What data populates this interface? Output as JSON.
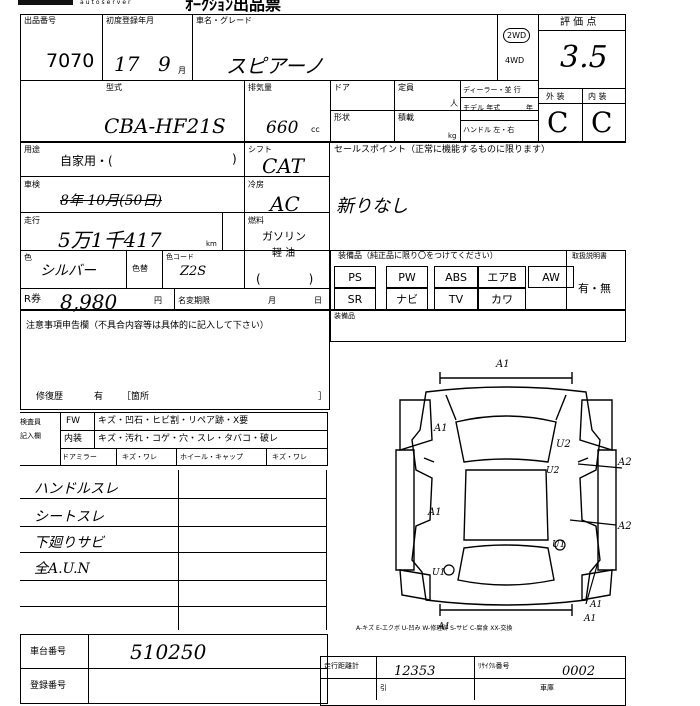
{
  "header": {
    "title": "ｵｰｸｼｮﾝ出品票",
    "brand": "autoserver"
  },
  "top": {
    "lot_label": "出品番号",
    "lot_value": "7070",
    "reg_label": "初度登録年月",
    "reg_year": "17",
    "reg_month": "9",
    "reg_month_unit": "月",
    "name_label": "車名・グレード",
    "name_value": "スピアーノ",
    "drive_2wd": "2WD",
    "drive_4wd": "4WD",
    "score_label": "評 価 点",
    "score_value": "3.5",
    "ext_label": "外 装",
    "int_label": "内 装",
    "ext_value": "C",
    "int_value": "C"
  },
  "spec": {
    "model_label": "型式",
    "model_value": "CBA-HF21S",
    "disp_label": "排気量",
    "disp_value": "660",
    "disp_unit": "cc",
    "door_label": "ドア",
    "capacity_label": "定員",
    "capacity_unit": "人",
    "dealer_label": "ディーラー・並 行",
    "model_year_label": "モデル 年式",
    "model_year_unit": "年",
    "shape_label": "形状",
    "weight_label": "積載",
    "weight_unit": "kg",
    "handle_label": "ハンドル 左・右"
  },
  "usage": {
    "label": "用途",
    "value": "自家用・(",
    "close": ")",
    "shift_label": "シフト",
    "shift_value": "CAT",
    "sales_label": "セールスポイント（正常に機能するものに限ります）",
    "sales_value": "新りなし"
  },
  "inspection": {
    "label": "車検",
    "value": "8年 10月(50日)",
    "ac_label": "冷房",
    "ac_value": "AC"
  },
  "mileage": {
    "label": "走行",
    "value": "5万1千417",
    "unit": "km",
    "fuel_label": "燃料",
    "fuel_value": "ガソリン",
    "fuel_other": "軽 油"
  },
  "color": {
    "label": "色",
    "value": "シルバー",
    "repaint_label": "色替",
    "code_label": "色コード",
    "code_value": "Z2S"
  },
  "recycle": {
    "label": "R券",
    "value": "8,980",
    "unit": "円",
    "name_change_label": "名変期限",
    "month": "月",
    "day": "日"
  },
  "notes": {
    "label": "注意事項申告欄（不具合内容等は具体的に記入して下さい）",
    "repair_label": "修復歴",
    "repair_value": "有",
    "repair_place": "［箇所",
    "repair_close": "］"
  },
  "equipment": {
    "label": "装備品（純正品に限り〇をつけてください）",
    "items": [
      "PS",
      "PW",
      "ABS",
      "エアB",
      "AW",
      "SR",
      "ナビ",
      "TV",
      "カワ"
    ],
    "extra_label": "装備品",
    "owner_label": "取扱説明書",
    "owner_value": "有・無",
    "other_label": "装備品"
  },
  "legend": {
    "left_top": "検査員",
    "left_bottom": "記入欄",
    "row1": [
      "FW",
      "キズ・凹石・ヒビ割・リペア跡・X要"
    ],
    "row2": [
      "内装",
      "キズ・汚れ・コゲ・穴・スレ・タバコ・破レ"
    ],
    "row3": [
      "ドアミラー",
      "キズ・ワレ",
      "ホイール・キャップ",
      "キズ・ワレ"
    ]
  },
  "handwritten_notes": [
    "ハンドルスレ",
    "シートスレ",
    "下廻りサビ",
    "全A.U.N"
  ],
  "damage": {
    "legend": "A-キズ  E-エクボ  U-凹み  W-修理跡  S-サビ  C-腐食  XX-交換",
    "marks": [
      "A1",
      "A1",
      "U2",
      "A2",
      "A2",
      "U2",
      "U1",
      "U1",
      "A1",
      "A1",
      "A1",
      "A1"
    ]
  },
  "bottom": {
    "chassis_label": "車台番号",
    "chassis_value": "510250",
    "reg_label": "登録番号",
    "meter_label": "走行距離計",
    "meter_value": "12353",
    "recycle_no_label": "ﾘｻｲｸﾙ番号",
    "recycle_no_value": "0002",
    "sub_label_1": "引",
    "sub_label_2": "車庫"
  }
}
